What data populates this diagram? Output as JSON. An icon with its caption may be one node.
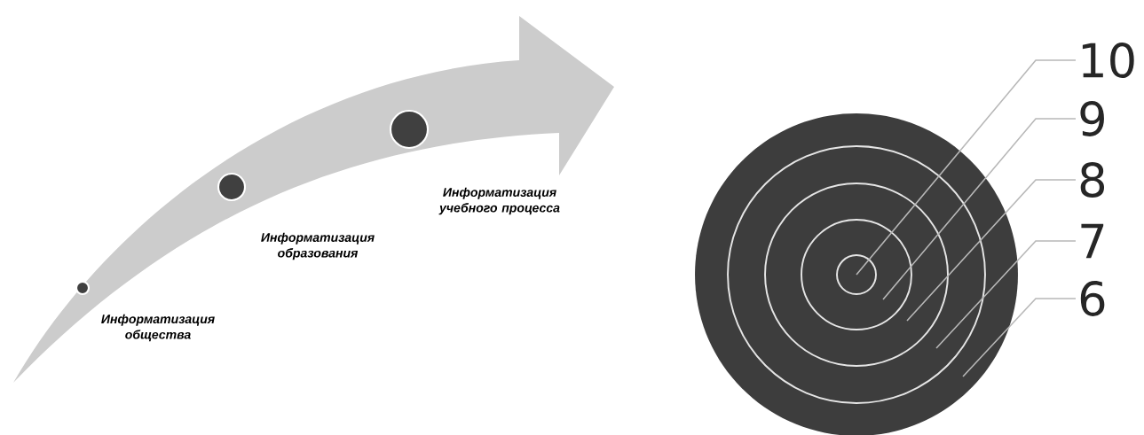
{
  "diagram": {
    "nodes": [
      {
        "text": [],
        "shape": "circle",
        "beside": [
          "Информатизация общества"
        ]
      },
      {
        "text": [],
        "shape": "circle",
        "beside": [
          "Информатизация образования"
        ]
      },
      {
        "text": [],
        "shape": "circle",
        "beside": [
          "Информатизация учебного процесса"
        ]
      },
      {
        "text": [],
        "shape": "circle"
      },
      {
        "text": [],
        "shape": "circle",
        "in": 3
      },
      {
        "text": [],
        "shape": "circle",
        "in": 4
      },
      {
        "text": [],
        "shape": "circle",
        "in": 5
      },
      {
        "text": [],
        "shape": "circle",
        "in": 6
      },
      {
        "text": [
          "10"
        ]
      },
      {
        "text": [
          "9"
        ]
      },
      {
        "text": [
          "8"
        ]
      },
      {
        "text": [
          "7"
        ]
      },
      {
        "text": [
          "6"
        ]
      }
    ],
    "edges": [
      {
        "from": 8,
        "to": 7,
        "arrow": "none"
      },
      {
        "from": 9,
        "to": 6,
        "arrow": "none"
      },
      {
        "from": 10,
        "to": 5,
        "arrow": "none"
      },
      {
        "from": 11,
        "to": 4,
        "arrow": "none"
      },
      {
        "from": 12,
        "to": 3,
        "arrow": "none"
      }
    ]
  }
}
